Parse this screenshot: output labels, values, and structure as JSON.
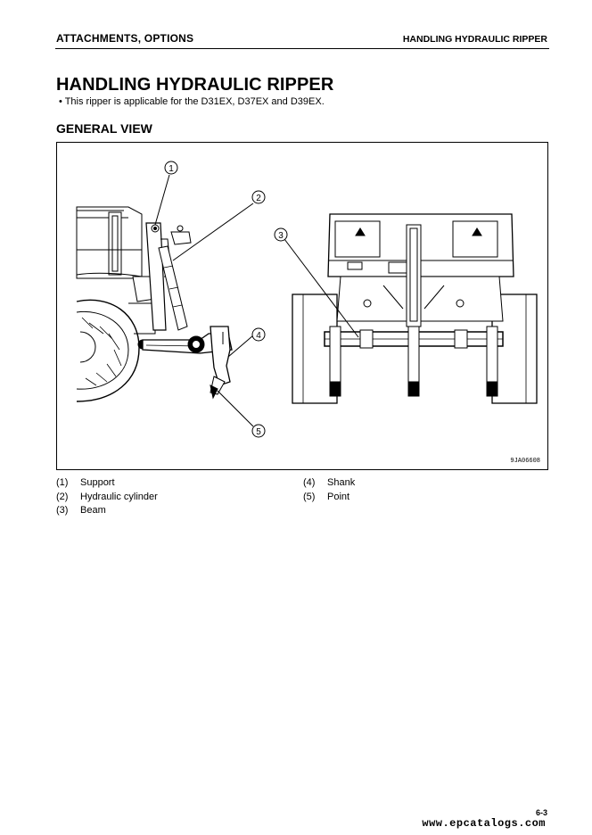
{
  "header": {
    "section": "ATTACHMENTS, OPTIONS",
    "chapter": "HANDLING HYDRAULIC RIPPER"
  },
  "page_title": "HANDLING HYDRAULIC RIPPER",
  "note": "•  This ripper is applicable for the D31EX, D37EX and D39EX.",
  "subheading": "GENERAL VIEW",
  "figure": {
    "code": "9JA06608",
    "callouts": [
      "1",
      "2",
      "3",
      "4",
      "5"
    ]
  },
  "legend": {
    "left": [
      {
        "num": "(1)",
        "label": "Support"
      },
      {
        "num": "(2)",
        "label": "Hydraulic cylinder"
      },
      {
        "num": "(3)",
        "label": "Beam"
      }
    ],
    "right": [
      {
        "num": "(4)",
        "label": "Shank"
      },
      {
        "num": "(5)",
        "label": "Point"
      }
    ]
  },
  "footer": {
    "page_number": "6-3",
    "watermark": "www.epcatalogs.com"
  }
}
